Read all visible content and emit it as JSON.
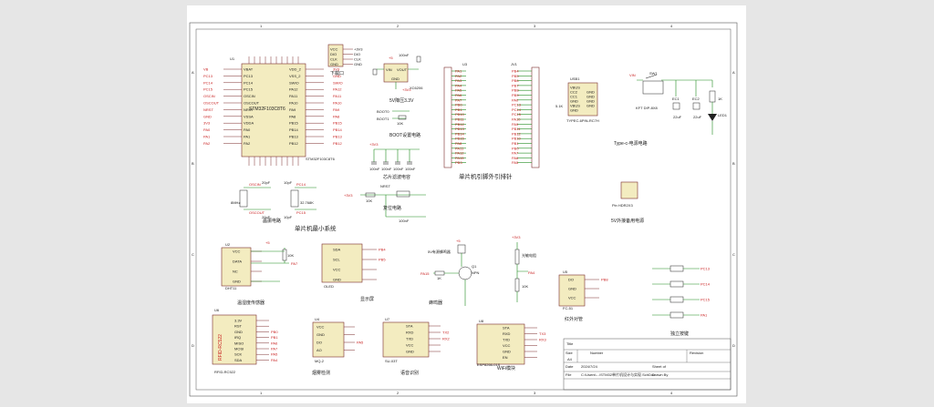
{
  "colors": {
    "sheet_bg": "#ffffff",
    "chip_fill": "#f3ecc0",
    "wire": "#1e8a1e",
    "net_label": "#c81e1e",
    "page_bg": "#e6e6e6"
  },
  "frame": {
    "cols": [
      "1",
      "2",
      "3",
      "4"
    ],
    "rows": [
      "A",
      "B",
      "C",
      "D"
    ]
  },
  "mcu": {
    "ref": "U1",
    "name": "STM32F103C8T6",
    "sub": "STM32F103C8T6",
    "left_nets": [
      "VB",
      "PC13",
      "PC14",
      "PC15",
      "OSCIN",
      "OSCOUT",
      "NRST",
      "GND",
      "3V3",
      "PA0",
      "PA1",
      "PA2"
    ],
    "right_nets": [
      "3V3",
      "GND",
      "SWIO",
      "PA12",
      "PA11",
      "PA10",
      "PA9",
      "PA8",
      "PB15",
      "PB14",
      "PB13",
      "PB12"
    ],
    "left_pins": [
      "VBAT",
      "PC13",
      "PC14",
      "PC15",
      "OSCIN",
      "OSCOUT",
      "NRST",
      "VSSA",
      "VDDA",
      "PA0",
      "PA1",
      "PA2"
    ],
    "right_pins": [
      "VDD_2",
      "VSS_2",
      "SWIO",
      "PA12",
      "PA11",
      "PA10",
      "PA9",
      "PA8",
      "PB15",
      "PB14",
      "PB13",
      "PB12"
    ]
  },
  "download": {
    "title": "下载口",
    "pins": [
      "VCC",
      "DIO",
      "CLK",
      "GND"
    ],
    "nets": [
      "+3V3",
      "DIO",
      "CLK",
      "GND"
    ]
  },
  "ldo": {
    "part": "XC6206",
    "title": "5V降压3.3V",
    "vin": "VIN",
    "vout": "VOUT",
    "gnd": "GND",
    "cap": "100nF",
    "in": "+5",
    "out": "+3V3"
  },
  "boot": {
    "title": "BOOT设置电路",
    "labels": [
      "BOOT0",
      "BOOT1"
    ],
    "r": "10K"
  },
  "decap": {
    "title": "芯片滤波电容",
    "rail": "+3V3",
    "caps": [
      "100nF",
      "100nF",
      "100nF",
      "100nF"
    ]
  },
  "headers": {
    "title": "单片机引脚外引排针",
    "j1": {
      "ref": "U3",
      "nets": [
        "PA1",
        "PA2",
        "PA3",
        "PA4",
        "PA5",
        "PA6",
        "PA7",
        "PB0",
        "PB1",
        "PB10",
        "PB11",
        "PB12",
        "PB13",
        "PB14",
        "PB15",
        "PA8",
        "PA11",
        "PA12",
        "PA15",
        "PB3"
      ]
    },
    "j2": {
      "ref": "JV1",
      "nets": [
        "PB4",
        "PB5",
        "PB6",
        "PB7",
        "PB8",
        "PB9",
        "PA0",
        "PC13",
        "PC14",
        "PC15",
        "PA10",
        "PA9",
        "PB11",
        "PB12",
        "PB10",
        "PB1",
        "PB0",
        "PA7",
        "PA6",
        "PA5"
      ]
    }
  },
  "usb": {
    "ref": "USB1",
    "title": "Type-c-电源电路",
    "part": "TYPEC-6PIN-RC7H",
    "pins": [
      "VBUS",
      "CC2",
      "CC1",
      "GND",
      "VBUS",
      "GND"
    ],
    "gnd": [
      "GND",
      "GND",
      "GND",
      "GND"
    ],
    "r": "5.1K",
    "switch": "SW1",
    "sw_part": "KFT DIP-8X8",
    "caps": [
      "22uF",
      "22uF"
    ],
    "c_refs": [
      "EC1",
      "EC2"
    ],
    "led": "LED1",
    "r2": "1K",
    "vcc": "VIN"
  },
  "ext5v": {
    "title": "5V外接备用电源",
    "part": "Pin HDR2X3"
  },
  "osc": {
    "title": "晶振电路",
    "main": "8MHz",
    "rtc": "32.768K",
    "caps": [
      "20pF",
      "20pF",
      "10pF",
      "10pF"
    ],
    "nets": [
      "OSCIN",
      "OSCOUT",
      "PC14",
      "PC15"
    ]
  },
  "reset": {
    "title": "复位电路",
    "r": "10K",
    "sw": "NRST",
    "cap": "100nF",
    "rail": "+3V3"
  },
  "system": {
    "title": "单片机最小系统"
  },
  "dht": {
    "ref": "U2",
    "title": "温湿度传感器",
    "part": "DHT11",
    "pins": [
      "VCC",
      "DATA",
      "NC",
      "GND"
    ],
    "r": "10K",
    "net": "PA7",
    "rail": "+5"
  },
  "oled": {
    "title": "显示屏",
    "part": "OLED",
    "pins": [
      "SDA",
      "SCL",
      "VCC",
      "GND"
    ],
    "nets": [
      "PB4",
      "PB5"
    ]
  },
  "buzzer": {
    "title": "蜂鸣器",
    "part": "5V有源蜂鸣器",
    "q": "Q1",
    "q_type": "NPN",
    "r": "1K",
    "net": "PA15",
    "rail": "+5"
  },
  "sound": {
    "title": "光敏电阻",
    "r": "10K",
    "net": "PA4",
    "rail": "+3V3"
  },
  "ir": {
    "ref": "U5",
    "title": "红外对管",
    "part": "FC-51",
    "pins": [
      "DO",
      "GND",
      "VCC"
    ],
    "net": "PB8"
  },
  "keys": {
    "title": "独立按键",
    "nets": [
      "PC13",
      "PC14",
      "PC15",
      "PA1"
    ]
  },
  "rfid": {
    "ref": "U6",
    "title": "RFID-RC522",
    "part": "RFID-RC522",
    "pins": [
      "3.3V",
      "RST",
      "GND",
      "IRQ",
      "MISO",
      "MOSI",
      "SCK",
      "SDA"
    ],
    "nets": [
      "PB0",
      "PB1",
      "PA6",
      "PA7",
      "PA5",
      "PA4"
    ]
  },
  "mq2": {
    "ref": "U4",
    "title": "烟雾检测",
    "part": "MQ-2",
    "pins": [
      "VCC",
      "GND",
      "DO",
      "AO"
    ],
    "net": "PA5"
  },
  "voice": {
    "ref": "U7",
    "title": "语音识别",
    "part": "SU-03T",
    "pins": [
      "STA",
      "RXD",
      "TXD",
      "VCC",
      "GND"
    ],
    "nets": [
      "TX2",
      "RX2"
    ]
  },
  "wifi": {
    "ref": "U8",
    "title": "WiFi模块",
    "part": "ESP8266-01S",
    "pins": [
      "STA",
      "RXD",
      "TXD",
      "VCC",
      "GND",
      "EN"
    ],
    "nets": [
      "TX3",
      "RX3"
    ]
  },
  "titleblock": {
    "title_lbl": "Title",
    "size_lbl": "Size",
    "size": "A4",
    "number_lbl": "Number",
    "rev_lbl": "Revision",
    "date_lbl": "Date",
    "date": "2024/7/24",
    "sheet_lbl": "Sheet of",
    "file_lbl": "File",
    "file": "C:\\Users\\...\\STM32单片机设计与实现.SchDoc",
    "drawn_lbl": "Drawn By"
  }
}
